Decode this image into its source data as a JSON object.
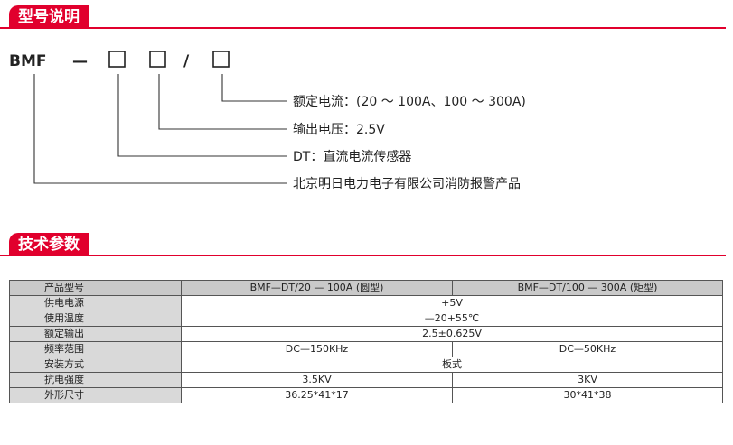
{
  "section1": {
    "title": "型号说明"
  },
  "section2": {
    "title": "技术参数"
  },
  "model": {
    "prefix": "BMF",
    "dash": "—",
    "slash": "/",
    "descriptions": [
      "额定电流：(20 ～ 100A、100 ～ 300A)",
      "输出电压：2.5V",
      "DT：直流电流传感器",
      "北京明日电力电子有限公司消防报警产品"
    ]
  },
  "table": {
    "header": [
      "产品型号",
      "BMF—DT/20 — 100A (圆型)",
      "BMF—DT/100 — 300A (矩型)"
    ],
    "rows": [
      {
        "label": "供电电源",
        "values": [
          "+5V"
        ]
      },
      {
        "label": "使用温度",
        "values": [
          "—20+55℃"
        ]
      },
      {
        "label": "额定输出",
        "values": [
          "2.5±0.625V"
        ]
      },
      {
        "label": "频率范围",
        "values": [
          "DC—150KHz",
          "DC—50KHz"
        ]
      },
      {
        "label": "安装方式",
        "values": [
          "板式"
        ]
      },
      {
        "label": "抗电强度",
        "values": [
          "3.5KV",
          "3KV"
        ]
      },
      {
        "label": "外形尺寸",
        "values": [
          "36.25*41*17",
          "30*41*38"
        ]
      }
    ]
  }
}
